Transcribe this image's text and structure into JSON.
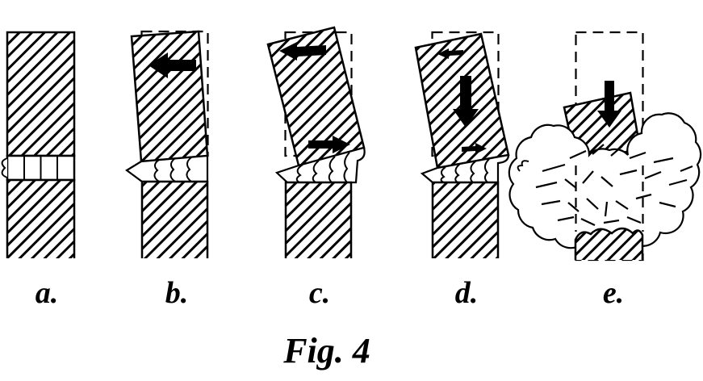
{
  "figure": {
    "caption": "Fig. 4",
    "colors": {
      "ink": "#000000",
      "paper": "#ffffff"
    },
    "panels": [
      {
        "label": "a.",
        "arrows": []
      },
      {
        "label": "b.",
        "arrows": [
          "left-arrow"
        ]
      },
      {
        "label": "c.",
        "arrows": [
          "left-arrow",
          "right-arrow"
        ]
      },
      {
        "label": "d.",
        "arrows": [
          "left-arrow",
          "down-arrow",
          "right-arrow"
        ]
      },
      {
        "label": "e.",
        "arrows": [
          "down-arrow"
        ]
      }
    ]
  }
}
